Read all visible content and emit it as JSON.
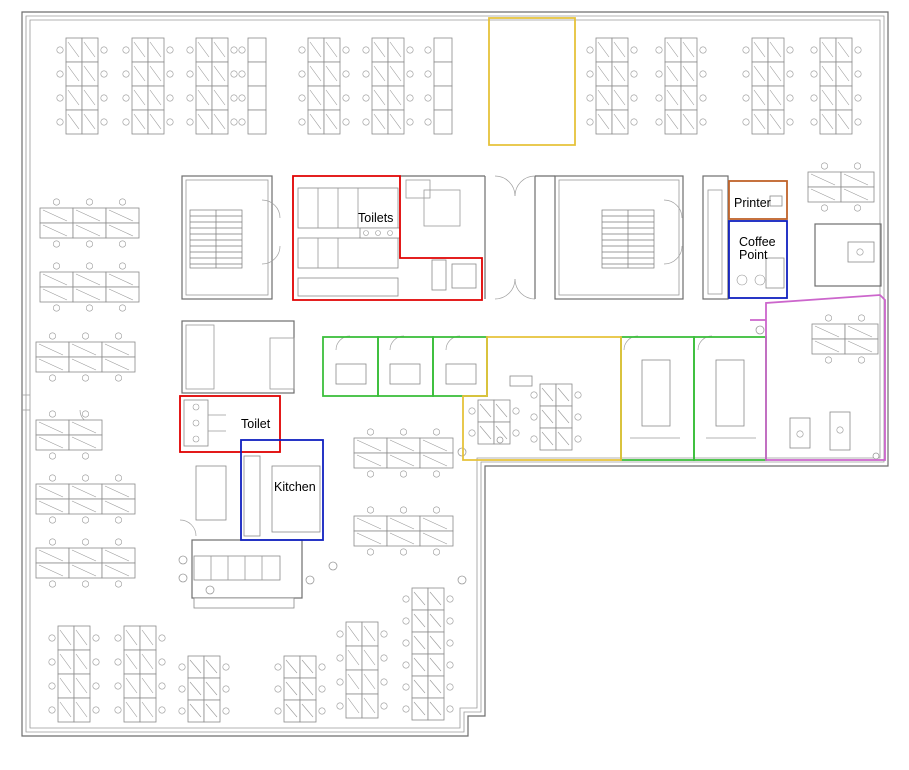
{
  "labels": {
    "toilets": "Toilets",
    "printer": "Printer",
    "coffee_line1": "Coffee",
    "coffee_line2": "Point",
    "toilet": "Toilet",
    "kitchen": "Kitchen"
  },
  "zone_colors": {
    "toilets": "#e00000",
    "toilet": "#e00000",
    "printer": "#c0632a",
    "coffee_point": "#1020c0",
    "kitchen": "#1020c0",
    "meeting_rooms_small": "#3cbf3c",
    "meeting_rooms_large": "#3cbf3c",
    "open_area_yellow": "#e6c23a",
    "corner_zone": "#cc66cc"
  }
}
